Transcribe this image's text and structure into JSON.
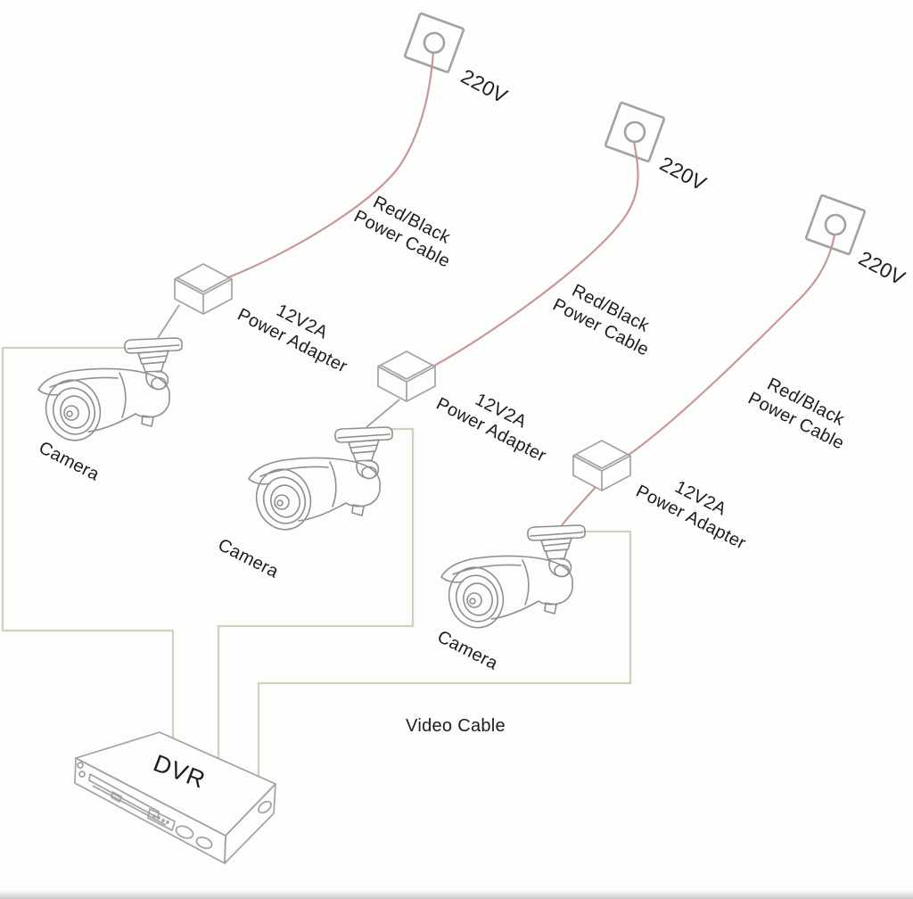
{
  "colors": {
    "background": "#fdfdfc",
    "line_art": "#a2a2a2",
    "camera_art": "#8f8f8f",
    "power_cable": "#c8979e",
    "video_cable": "#cbd3bf",
    "text": "#1d1d1d"
  },
  "outlets": [
    {
      "label": "220V"
    },
    {
      "label": "220V"
    },
    {
      "label": "220V"
    }
  ],
  "power_cables": [
    {
      "line1": "Red/Black",
      "line2": "Power Cable"
    },
    {
      "line1": "Red/Black",
      "line2": "Power Cable"
    },
    {
      "line1": "Red/Black",
      "line2": "Power Cable"
    }
  ],
  "adapters": [
    {
      "line1": "12V2A",
      "line2": "Power Adapter"
    },
    {
      "line1": "12V2A",
      "line2": "Power Adapter"
    },
    {
      "line1": "12V2A",
      "line2": "Power Adapter"
    }
  ],
  "cameras": [
    {
      "label": "Camera"
    },
    {
      "label": "Camera"
    },
    {
      "label": "Camera"
    }
  ],
  "video_cable_label": "Video Cable",
  "dvr_label": "DVR"
}
